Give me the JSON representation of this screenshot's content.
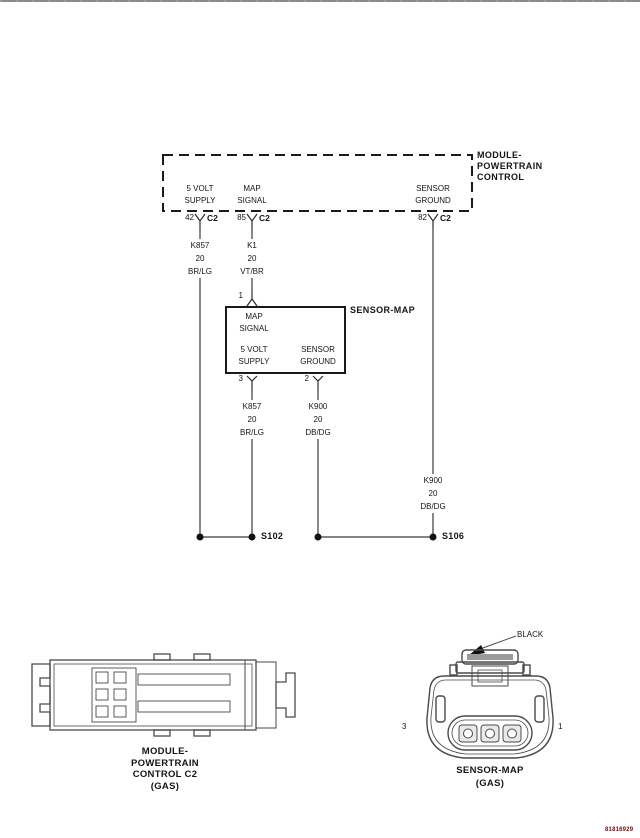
{
  "page": {
    "id_code": "81816929"
  },
  "schematic": {
    "module": {
      "name_lines": [
        "MODULE-",
        "POWERTRAIN",
        "CONTROL"
      ],
      "pins": [
        {
          "number": "42",
          "connector": "C2",
          "fn1": "5 VOLT",
          "fn2": "SUPPLY"
        },
        {
          "number": "85",
          "connector": "C2",
          "fn1": "MAP",
          "fn2": "SIGNAL"
        },
        {
          "number": "82",
          "connector": "C2",
          "fn1": "SENSOR",
          "fn2": "GROUND"
        }
      ]
    },
    "sensor": {
      "name": "SENSOR-MAP",
      "pins": [
        {
          "number": "1",
          "fn1": "MAP",
          "fn2": "SIGNAL"
        },
        {
          "number": "3",
          "fn1": "5 VOLT",
          "fn2": "SUPPLY"
        },
        {
          "number": "2",
          "fn1": "SENSOR",
          "fn2": "GROUND"
        }
      ]
    },
    "wire_labels": [
      {
        "circuit": "K857",
        "gauge": "20",
        "color": "BR/LG"
      },
      {
        "circuit": "K1",
        "gauge": "20",
        "color": "VT/BR"
      },
      {
        "circuit": "K857",
        "gauge": "20",
        "color": "BR/LG"
      },
      {
        "circuit": "K900",
        "gauge": "20",
        "color": "DB/DG"
      },
      {
        "circuit": "K900",
        "gauge": "20",
        "color": "DB/DG"
      }
    ],
    "splices": [
      {
        "name": "S102"
      },
      {
        "name": "S106"
      }
    ]
  },
  "connectors": {
    "left": {
      "label_lines": [
        "MODULE-",
        "POWERTRAIN",
        "CONTROL C2",
        "(GAS)"
      ]
    },
    "right": {
      "label_lines": [
        "SENSOR-MAP",
        "(GAS)"
      ],
      "color_callout": "BLACK",
      "pin_left": "3",
      "pin_right": "1"
    }
  },
  "colors": {
    "wire": "#3a3a3a",
    "box": "#1a1a1a",
    "id_text": "#6b1111"
  }
}
